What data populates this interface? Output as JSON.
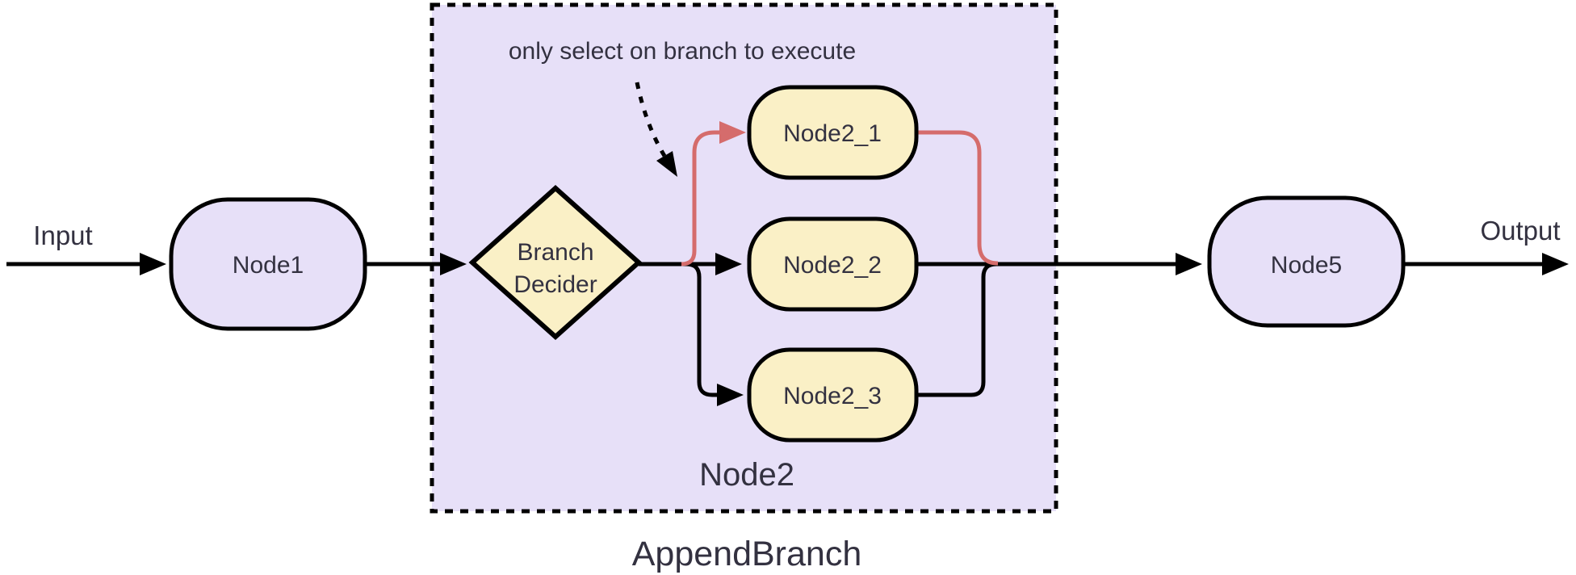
{
  "diagram": {
    "input_label": "Input",
    "output_label": "Output",
    "nodes": {
      "node1": "Node1",
      "decider_line1": "Branch",
      "decider_line2": "Decider",
      "node2_1": "Node2_1",
      "node2_2": "Node2_2",
      "node2_3": "Node2_3",
      "node5": "Node5"
    },
    "container": {
      "title": "AppendBranch",
      "group_label": "Node2",
      "annotation": "only select on branch to execute"
    },
    "colors": {
      "purple_fill": "#e7e0f8",
      "yellow_fill": "#faf0c6",
      "selected_branch": "#d56c6c",
      "line": "#000000",
      "text": "#333140"
    }
  }
}
